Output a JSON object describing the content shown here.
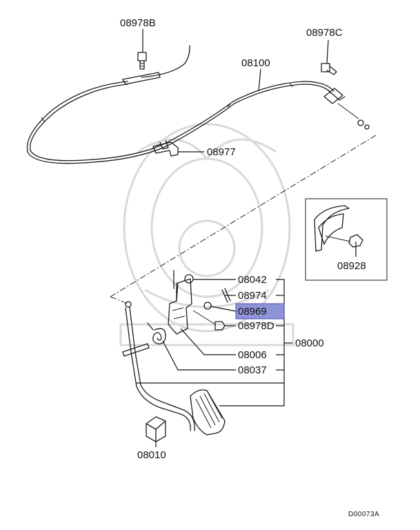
{
  "diagram": {
    "highlight_color": "#8f94d8",
    "labels": [
      {
        "id": "08978B",
        "text": "08978B"
      },
      {
        "id": "08978C",
        "text": "08978C"
      },
      {
        "id": "08100",
        "text": "08100"
      },
      {
        "id": "08977",
        "text": "08977"
      },
      {
        "id": "08928",
        "text": "08928"
      },
      {
        "id": "08042",
        "text": "08042"
      },
      {
        "id": "08974",
        "text": "08974"
      },
      {
        "id": "08969",
        "text": "08969",
        "highlighted": true
      },
      {
        "id": "08978D",
        "text": "08978D"
      },
      {
        "id": "08000",
        "text": "08000"
      },
      {
        "id": "08006",
        "text": "08006"
      },
      {
        "id": "08037",
        "text": "08037"
      },
      {
        "id": "08010",
        "text": "08010"
      }
    ],
    "diagram_code": "D00073A"
  }
}
